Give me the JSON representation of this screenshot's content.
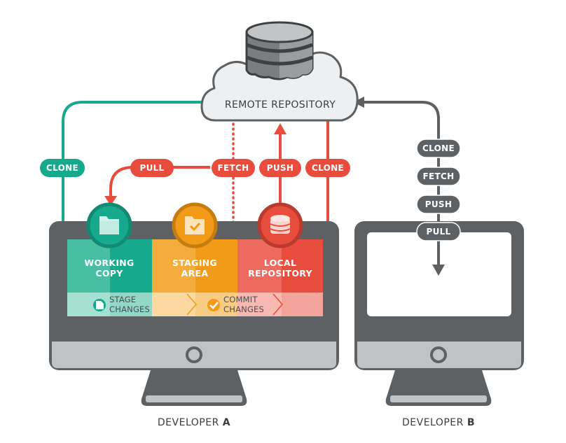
{
  "diagram": {
    "remote": {
      "label": "REMOTE REPOSITORY",
      "icon": "database-icon"
    },
    "developer_a": {
      "caption_prefix": "DEVELOPER ",
      "caption_letter": "A",
      "zones": [
        {
          "id": "working-copy",
          "line1": "WORKING",
          "line2": "COPY",
          "icon": "folder-icon",
          "color": "#16a98b"
        },
        {
          "id": "staging-area",
          "line1": "STAGING",
          "line2": "AREA",
          "icon": "folder-check-icon",
          "color": "#f29b18"
        },
        {
          "id": "local-repository",
          "line1": "LOCAL",
          "line2": "REPOSITORY",
          "icon": "database-icon",
          "color": "#e84c3d"
        }
      ],
      "steps": [
        {
          "line1": "STAGE",
          "line2": "CHANGES",
          "icon": "document-icon"
        },
        {
          "line1": "COMMIT",
          "line2": "CHANGES",
          "icon": "checkmark-icon"
        }
      ],
      "actions": {
        "clone_teal": "CLONE",
        "pull": "PULL",
        "fetch": "FETCH",
        "push": "PUSH",
        "clone_red": "CLONE"
      }
    },
    "developer_b": {
      "caption_prefix": "DEVELOPER ",
      "caption_letter": "B",
      "actions": [
        "CLONE",
        "FETCH",
        "PUSH",
        "PULL"
      ]
    },
    "colors": {
      "teal": "#16a98b",
      "orange": "#f29b18",
      "red": "#e84c3d",
      "gray": "#5e6163",
      "light_gray": "#bfc3c6",
      "cloud_fill": "#eeeff1"
    }
  }
}
